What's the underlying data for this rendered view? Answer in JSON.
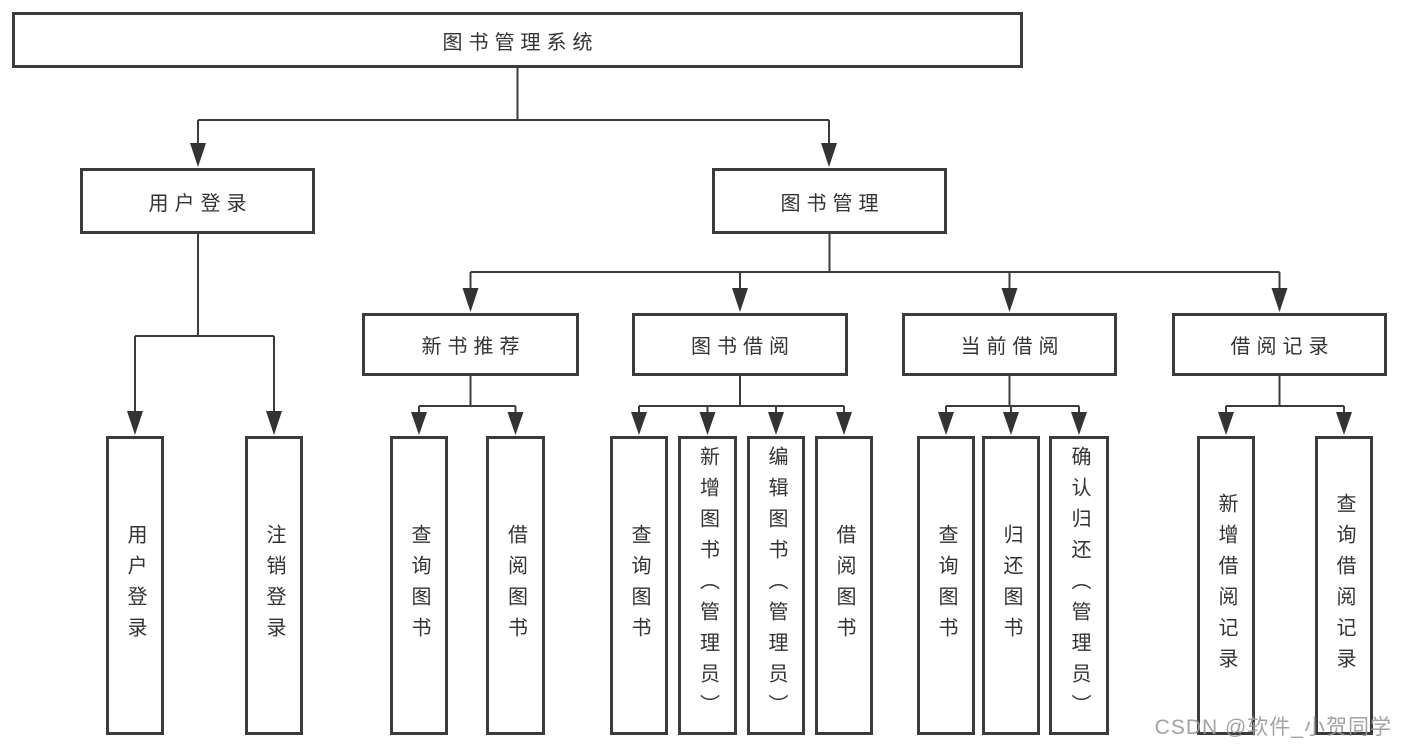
{
  "tree": {
    "root": {
      "label": "图书管理系统"
    },
    "level2": [
      {
        "label": "用户登录",
        "leaves": [
          "用户登录",
          "注销登录"
        ]
      },
      {
        "label": "图书管理",
        "children": [
          {
            "label": "新书推荐",
            "leaves": [
              "查询图书",
              "借阅图书"
            ]
          },
          {
            "label": "图书借阅",
            "leaves": [
              "查询图书",
              "新增图书（管理员）",
              "编辑图书（管理员）",
              "借阅图书"
            ]
          },
          {
            "label": "当前借阅",
            "leaves": [
              "查询图书",
              "归还图书",
              "确认归还（管理员）"
            ]
          },
          {
            "label": "借阅记录",
            "leaves": [
              "新增借阅记录",
              "查询借阅记录"
            ]
          }
        ]
      }
    ]
  },
  "watermark": {
    "text": "CSDN @软件_小贺同学"
  },
  "colors": {
    "line": "#3b3b3b",
    "box_border": "#3b3b3b",
    "text": "#333333",
    "watermark": "#9b9b9b",
    "background": "#ffffff"
  }
}
